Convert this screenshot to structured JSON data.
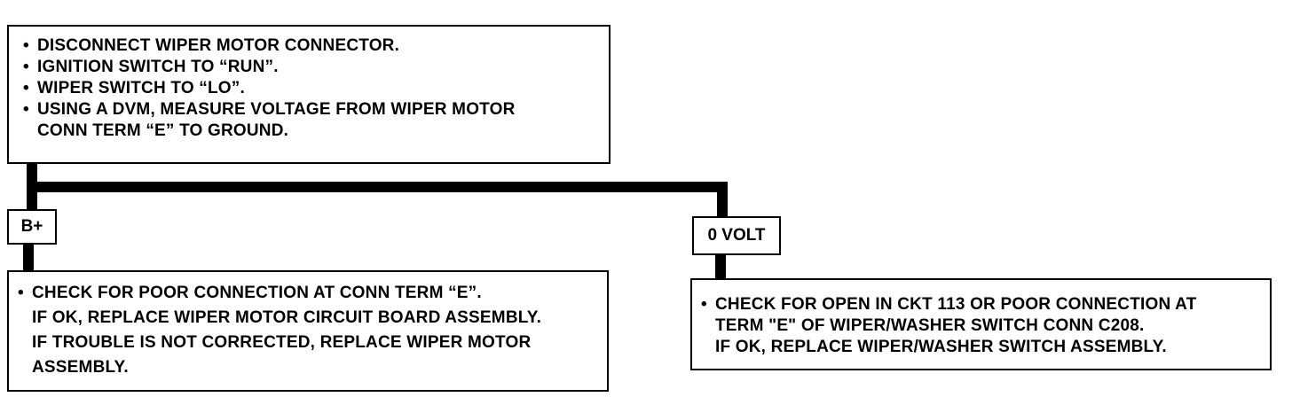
{
  "top_box": {
    "lines": [
      "DISCONNECT WIPER MOTOR CONNECTOR.",
      "IGNITION SWITCH TO “RUN”.",
      "WIPER SWITCH TO “LO”.",
      "USING A DVM, MEASURE VOLTAGE FROM WIPER MOTOR"
    ],
    "continuation": "CONN TERM “E” TO GROUND."
  },
  "left_branch": {
    "label": "B+",
    "first_line": "CHECK FOR POOR CONNECTION AT CONN TERM “E”.",
    "continuation": [
      "IF OK, REPLACE WIPER MOTOR CIRCUIT BOARD ASSEMBLY.",
      "IF TROUBLE IS NOT CORRECTED, REPLACE WIPER MOTOR",
      "ASSEMBLY."
    ]
  },
  "right_branch": {
    "label": "0 VOLT",
    "first_line": "CHECK FOR OPEN IN CKT 113 OR POOR CONNECTION AT",
    "continuation": [
      "TERM \"E\" OF WIPER/WASHER SWITCH CONN C208.",
      "IF OK, REPLACE WIPER/WASHER SWITCH ASSEMBLY."
    ]
  }
}
